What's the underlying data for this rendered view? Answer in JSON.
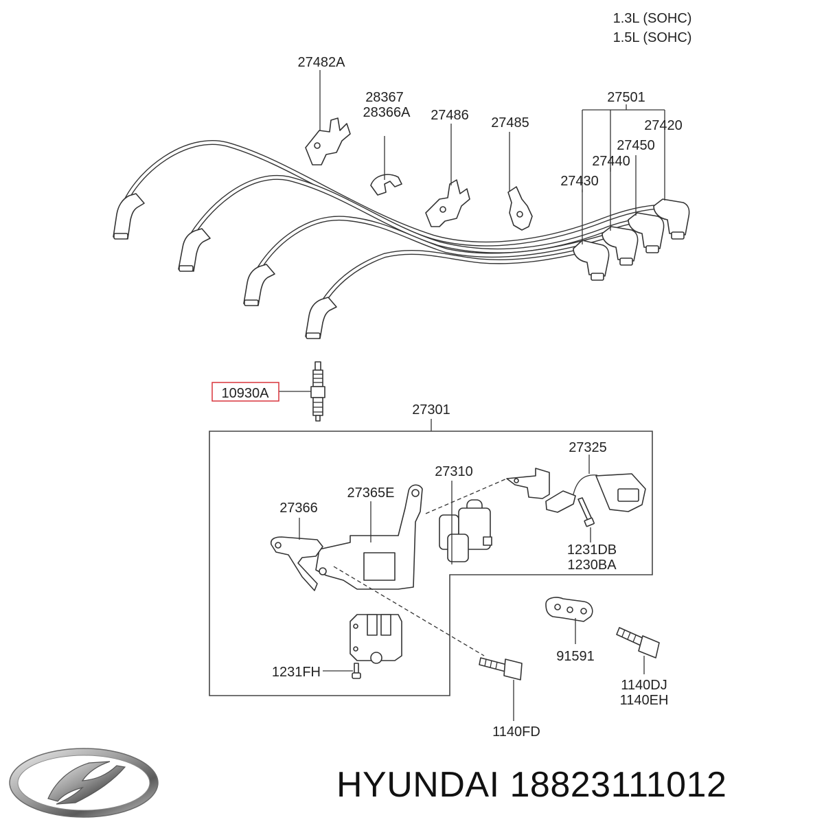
{
  "header": {
    "engine_line_1": "1.3L (SOHC)",
    "engine_line_2": "1.5L (SOHC)"
  },
  "parts": {
    "p27482A": "27482A",
    "p28367": "28367",
    "p28366A": "28366A",
    "p27486": "27486",
    "p27485": "27485",
    "p27501": "27501",
    "p27420": "27420",
    "p27450": "27450",
    "p27440": "27440",
    "p27430": "27430",
    "p10930A": "10930A",
    "p27301": "27301",
    "p27325": "27325",
    "p27310": "27310",
    "p27365E": "27365E",
    "p27366": "27366",
    "p1231DB": "1231DB",
    "p1230BA": "1230BA",
    "p91591": "91591",
    "p1231FH": "1231FH",
    "p1140DJ": "1140DJ",
    "p1140EH": "1140EH",
    "p1140FD": "1140FD"
  },
  "highlight_color": "#d8333a",
  "footer": {
    "brand": "HYUNDAI",
    "part_number": "18823111012",
    "logo_icon": "hyundai-logo-icon"
  }
}
